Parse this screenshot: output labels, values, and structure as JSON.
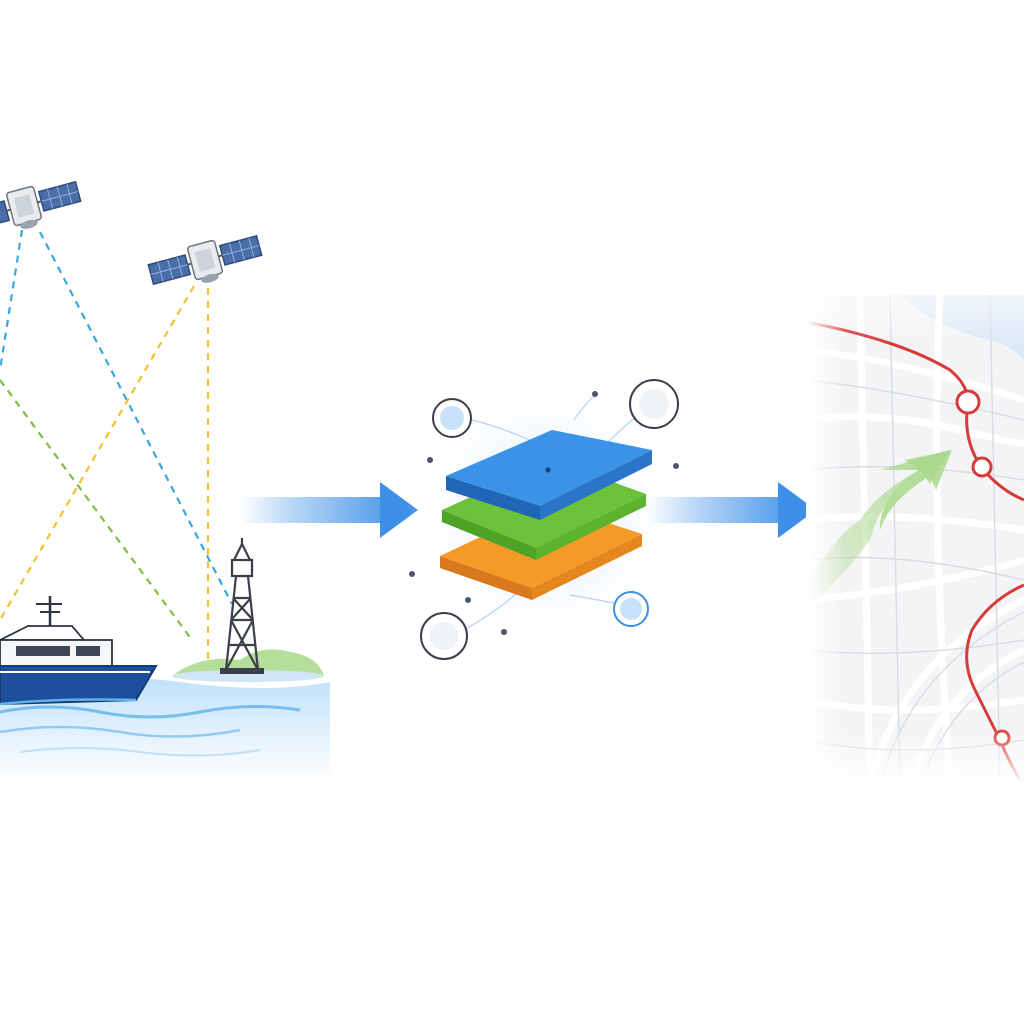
{
  "diagram": {
    "stages": [
      {
        "id": "data-sources",
        "icons": [
          "satellite-icon",
          "satellite-icon",
          "ship-icon",
          "lighthouse-icon"
        ]
      },
      {
        "id": "data-fusion",
        "icons": [
          "layer-stack-icon",
          "node-icon"
        ]
      },
      {
        "id": "route-map",
        "icons": [
          "map-icon",
          "route-icon",
          "waypoint-icon",
          "direction-arrow-icon"
        ]
      }
    ],
    "colors": {
      "signal_blue": "#3aa6e0",
      "signal_yellow": "#f2c230",
      "signal_green": "#7cc043",
      "flow_arrow": "#3d8fe8",
      "layer_blue": "#3a93e6",
      "layer_green": "#6cc23a",
      "layer_orange": "#f39a27",
      "route_red": "#d83a3a",
      "ship_hull": "#1f4f9c",
      "water": "#5fb3ea",
      "land_green": "#a9d88a",
      "map_road": "#d9dde2"
    }
  }
}
